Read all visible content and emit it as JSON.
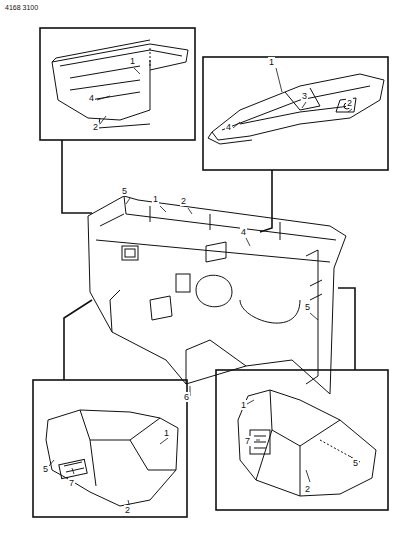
{
  "diagram": {
    "labels": [
      "4168 3100",
      "1",
      "4",
      "2",
      "1",
      "3",
      "2",
      "4",
      "5",
      "1",
      "2",
      "4",
      "5",
      "6",
      "1",
      "5",
      "7",
      "2",
      "1",
      "7",
      "2",
      "5"
    ]
  }
}
